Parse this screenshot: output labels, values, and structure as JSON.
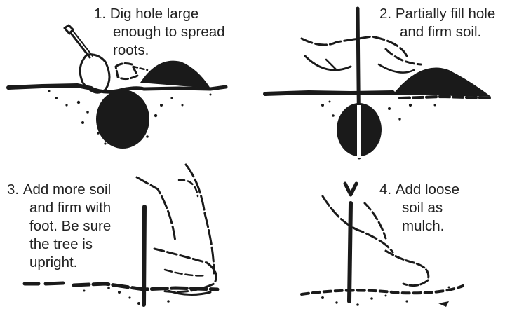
{
  "steps": [
    {
      "number": "1.",
      "lines": [
        "Dig hole large",
        "enough to spread",
        "roots."
      ],
      "icon": "shovel-digging-hole-illustration"
    },
    {
      "number": "2.",
      "lines": [
        "Partially fill hole",
        "and firm soil."
      ],
      "icon": "hands-firming-soil-illustration"
    },
    {
      "number": "3.",
      "lines": [
        "Add more soil",
        "and firm with",
        "foot. Be sure",
        "the tree is",
        "upright."
      ],
      "icon": "boot-firming-soil-illustration"
    },
    {
      "number": "4.",
      "lines": [
        "Add loose",
        "soil as",
        "mulch."
      ],
      "icon": "hand-adding-mulch-illustration"
    }
  ],
  "colors": {
    "ink": "#1a1a1a",
    "background": "#ffffff"
  }
}
